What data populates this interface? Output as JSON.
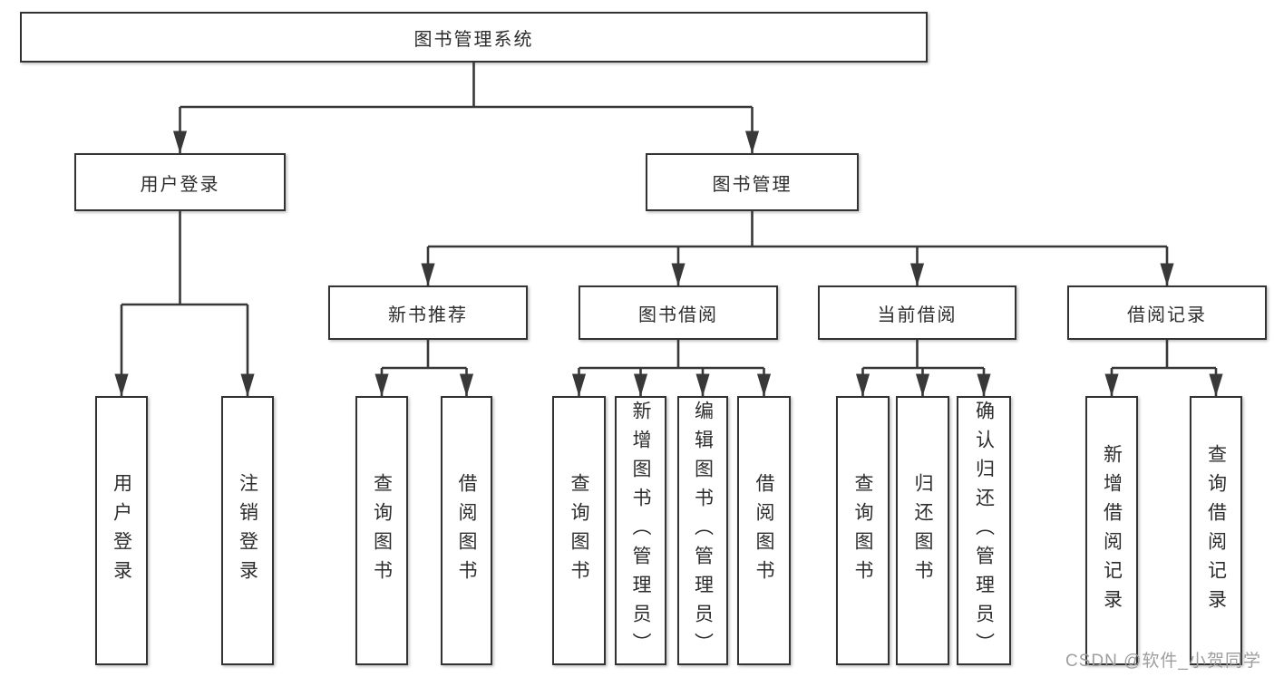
{
  "diagram": {
    "root": "图书管理系统",
    "level2": [
      {
        "label": "用户登录"
      },
      {
        "label": "图书管理"
      }
    ],
    "level3": [
      {
        "label": "新书推荐",
        "parent": "图书管理"
      },
      {
        "label": "图书借阅",
        "parent": "图书管理"
      },
      {
        "label": "当前借阅",
        "parent": "图书管理"
      },
      {
        "label": "借阅记录",
        "parent": "图书管理"
      }
    ],
    "leaves": [
      {
        "label": "用户登录",
        "parent": "用户登录"
      },
      {
        "label": "注销登录",
        "parent": "用户登录"
      },
      {
        "label": "查询图书",
        "parent": "新书推荐"
      },
      {
        "label": "借阅图书",
        "parent": "新书推荐"
      },
      {
        "label": "查询图书",
        "parent": "图书借阅"
      },
      {
        "label": "新增图书（管理员）",
        "parent": "图书借阅"
      },
      {
        "label": "编辑图书（管理员）",
        "parent": "图书借阅"
      },
      {
        "label": "借阅图书",
        "parent": "图书借阅"
      },
      {
        "label": "查询图书",
        "parent": "当前借阅"
      },
      {
        "label": "归还图书",
        "parent": "当前借阅"
      },
      {
        "label": "确认归还（管理员）",
        "parent": "当前借阅"
      },
      {
        "label": "新增借阅记录",
        "parent": "借阅记录"
      },
      {
        "label": "查询借阅记录",
        "parent": "借阅记录"
      }
    ]
  },
  "watermark": "CSDN @软件_小贺同学",
  "colors": {
    "line": "#383838",
    "border": "#333333",
    "fill": "#ffffff",
    "text": "#2d2d2d",
    "watermark": "#9e9e9e"
  }
}
